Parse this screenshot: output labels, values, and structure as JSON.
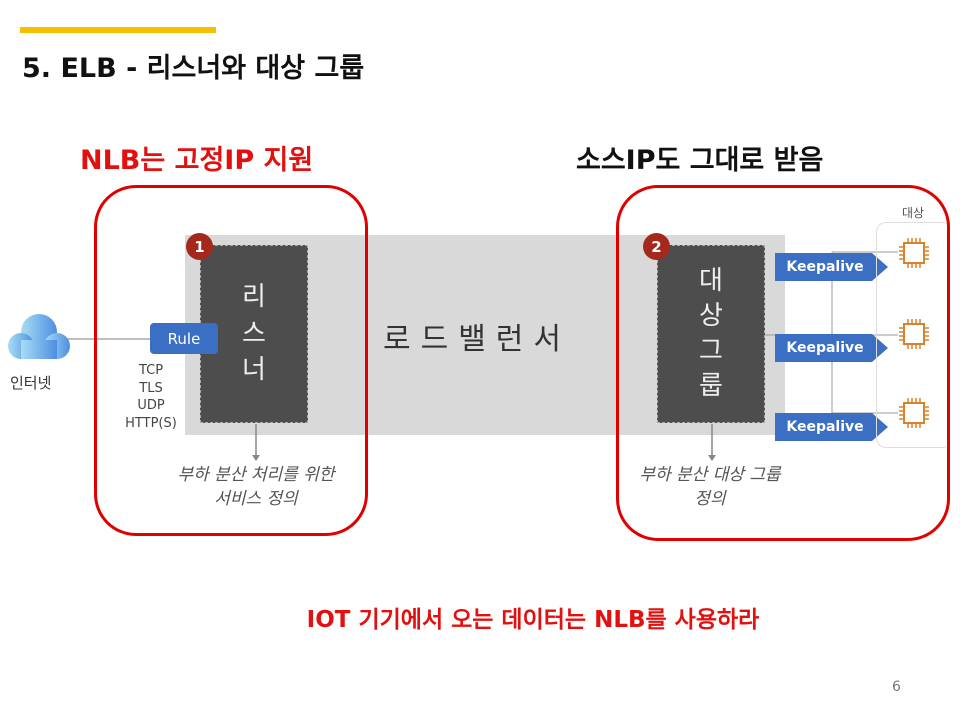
{
  "slide": {
    "title": "5. ELB - 리스너와 대상 그룹",
    "left_heading": "NLB는 고정IP 지원",
    "right_heading": "소스IP도 그대로 받음",
    "bottom_note": "IOT 기기에서 오는 데이터는 NLB를 사용하라",
    "page_number": "6",
    "accent_color": "#f5c000",
    "highlight_color": "#e00000"
  },
  "diagram": {
    "internet_label": "인터넷",
    "rule_label": "Rule",
    "protocols": [
      "TCP",
      "TLS",
      "UDP",
      "HTTP(S)"
    ],
    "listener": {
      "badge": "1",
      "label": [
        "리",
        "스",
        "너"
      ],
      "note": [
        "부하 분산 처리를 위한",
        "서비스 정의"
      ]
    },
    "load_balancer_label": "로드밸런서",
    "target_group": {
      "badge": "2",
      "label": [
        "대",
        "상",
        "그",
        "룹"
      ],
      "note": [
        "부하 분산 대상 그룹",
        "정의"
      ]
    },
    "keepalive_labels": [
      "Keepalive",
      "Keepalive",
      "Keepalive"
    ],
    "targets_label": "대상"
  }
}
